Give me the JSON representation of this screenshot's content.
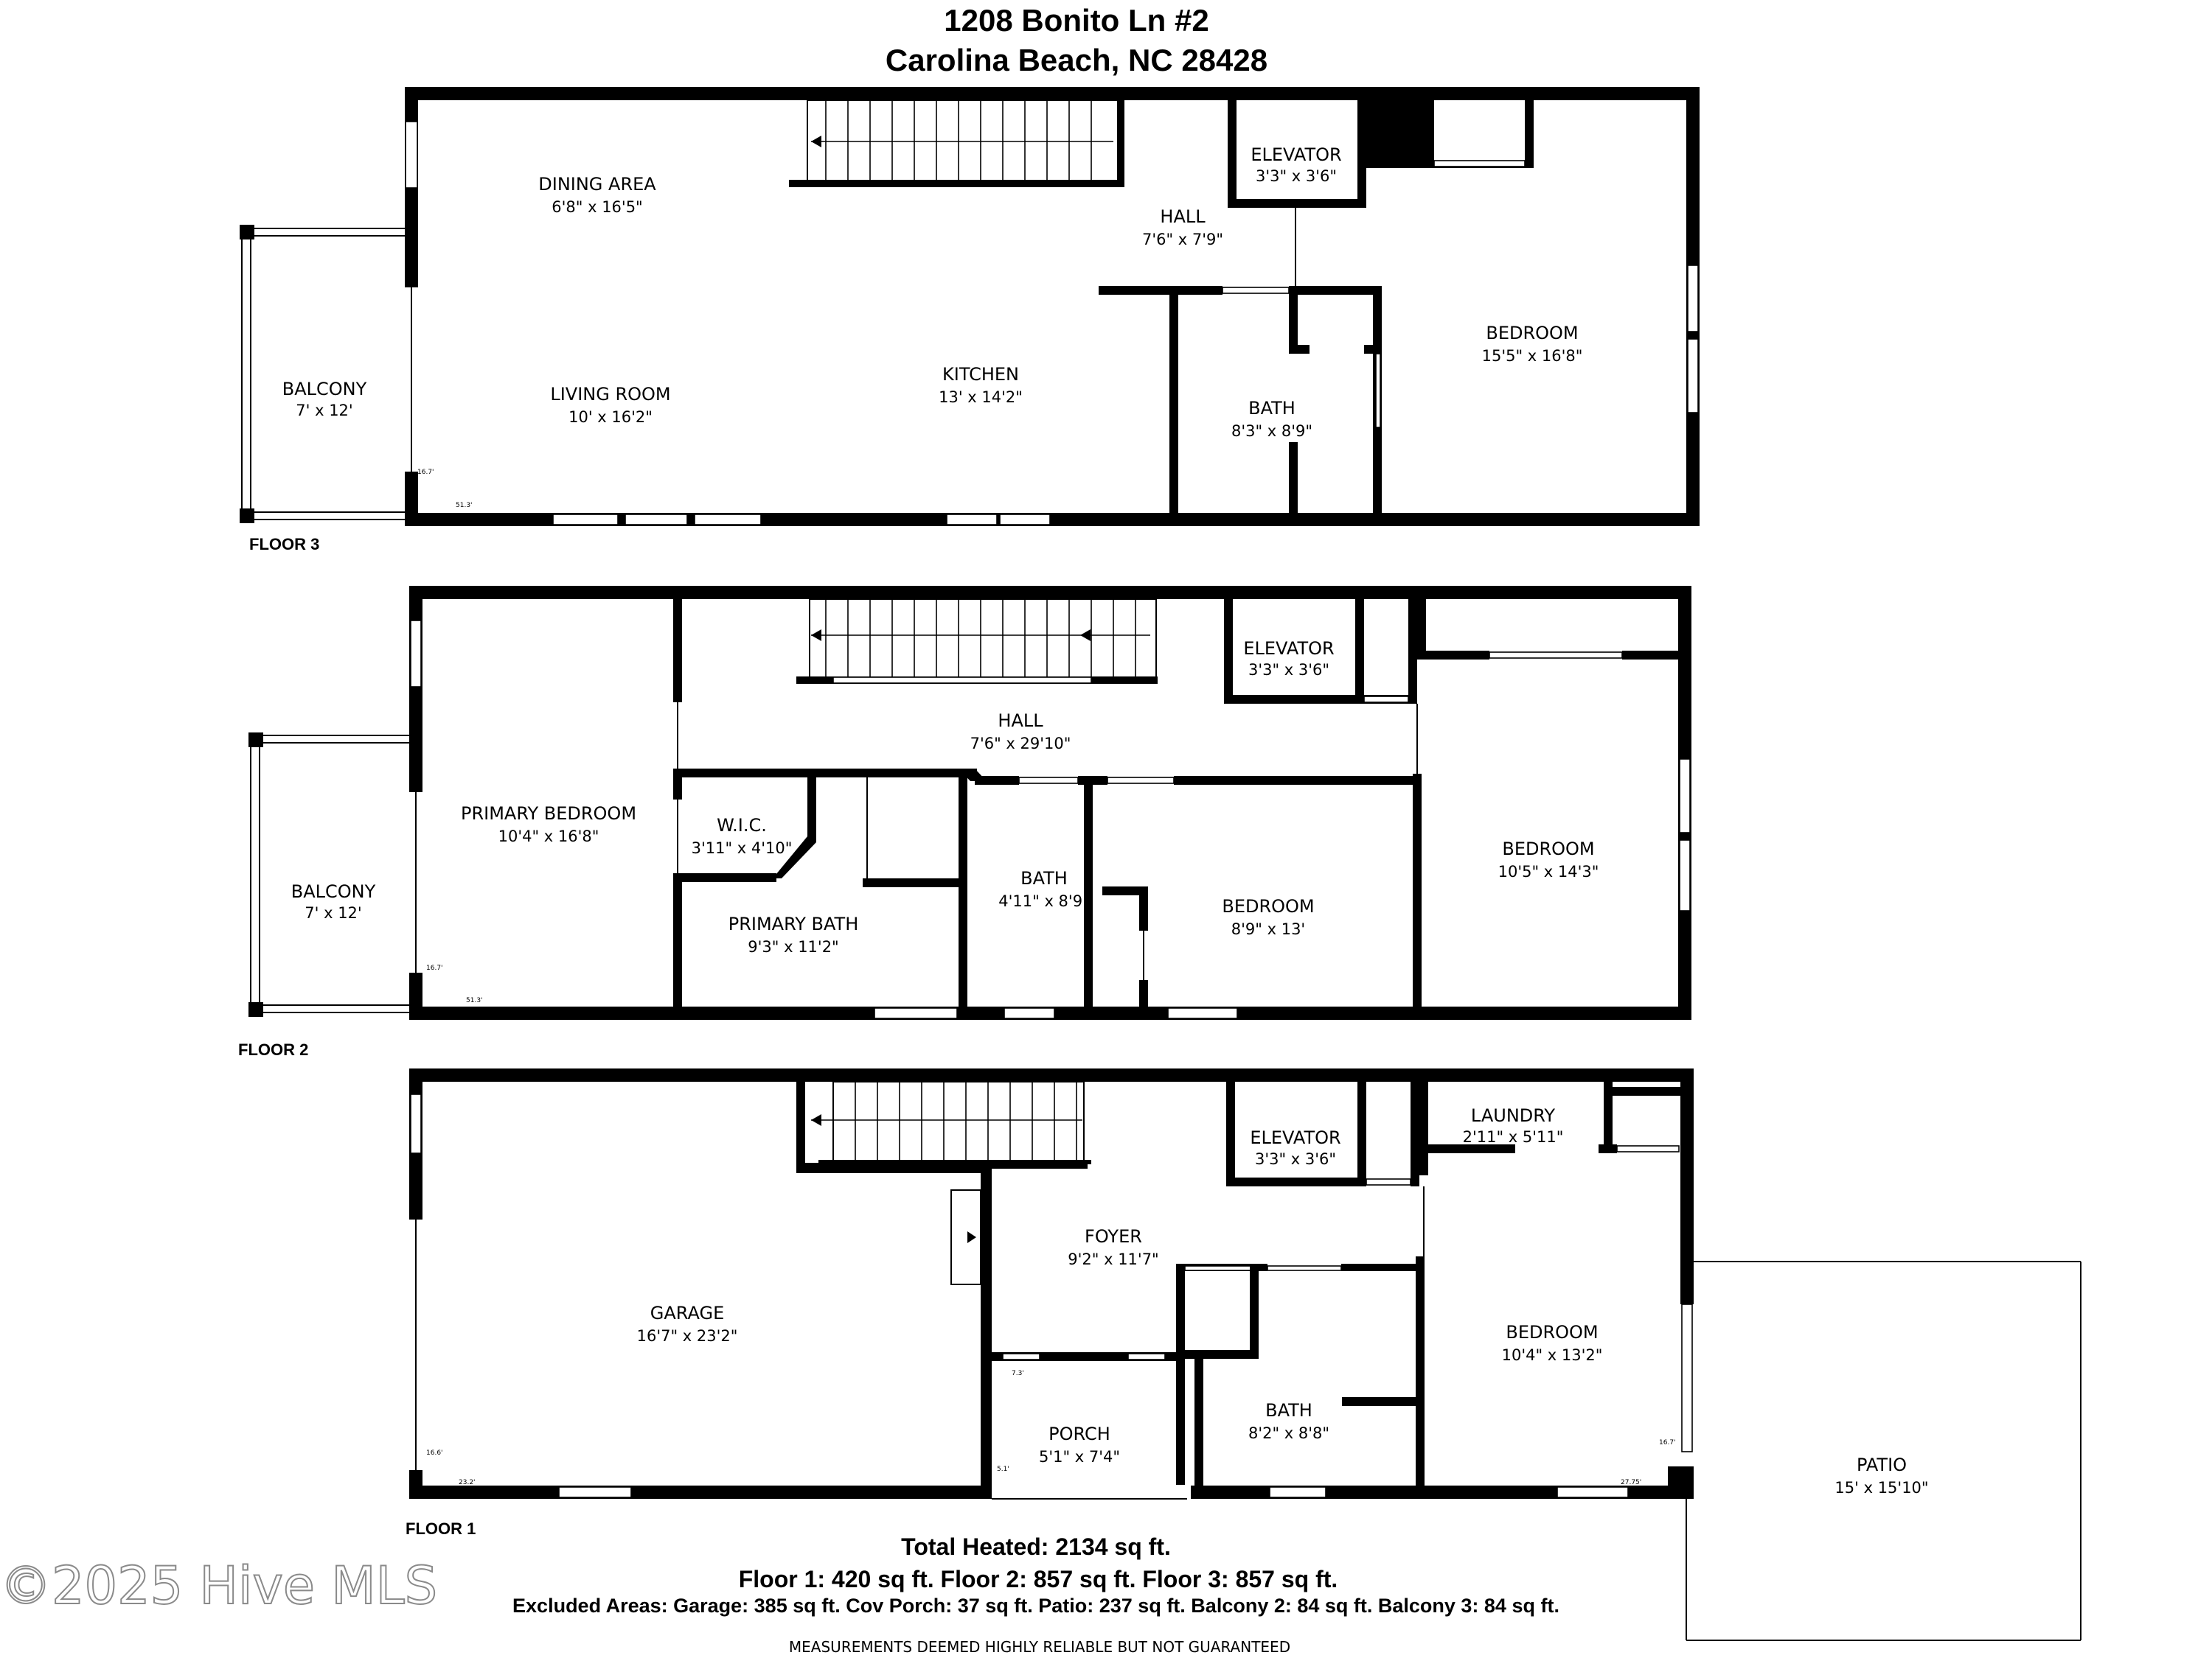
{
  "header": {
    "address_line1": "1208 Bonito Ln #2",
    "address_line2": "Carolina Beach, NC 28428"
  },
  "floors": {
    "floor3": {
      "label": "FLOOR 3",
      "rooms": {
        "dining": {
          "name": "DINING AREA",
          "dims": "6'8\" x 16'5\""
        },
        "living": {
          "name": "LIVING ROOM",
          "dims": "10' x 16'2\""
        },
        "kitchen": {
          "name": "KITCHEN",
          "dims": "13' x 14'2\""
        },
        "hall": {
          "name": "HALL",
          "dims": "7'6\" x 7'9\""
        },
        "elevator": {
          "name": "ELEVATOR",
          "dims": "3'3\" x 3'6\""
        },
        "bath": {
          "name": "BATH",
          "dims": "8'3\" x 8'9\""
        },
        "bedroom": {
          "name": "BEDROOM",
          "dims": "15'5\" x 16'8\""
        },
        "balcony": {
          "name": "BALCONY",
          "dims": "7' x 12'"
        }
      },
      "measure_left": "16.7'",
      "measure_bottom": "51.3'"
    },
    "floor2": {
      "label": "FLOOR 2",
      "rooms": {
        "primary_bedroom": {
          "name": "PRIMARY BEDROOM",
          "dims": "10'4\" x 16'8\""
        },
        "wic": {
          "name": "W.I.C.",
          "dims": "3'11\" x 4'10\""
        },
        "primary_bath": {
          "name": "PRIMARY BATH",
          "dims": "9'3\" x 11'2\""
        },
        "hall": {
          "name": "HALL",
          "dims": "7'6\" x 29'10\""
        },
        "elevator": {
          "name": "ELEVATOR",
          "dims": "3'3\" x 3'6\""
        },
        "bath": {
          "name": "BATH",
          "dims": "4'11\" x 8'9\""
        },
        "bedroom_mid": {
          "name": "BEDROOM",
          "dims": "8'9\" x 13'"
        },
        "bedroom_right": {
          "name": "BEDROOM",
          "dims": "10'5\" x 14'3\""
        },
        "balcony": {
          "name": "BALCONY",
          "dims": "7' x 12'"
        }
      },
      "measure_left": "16.7'",
      "measure_bottom": "51.3'"
    },
    "floor1": {
      "label": "FLOOR 1",
      "rooms": {
        "garage": {
          "name": "GARAGE",
          "dims": "16'7\" x 23'2\""
        },
        "foyer": {
          "name": "FOYER",
          "dims": "9'2\" x 11'7\""
        },
        "elevator": {
          "name": "ELEVATOR",
          "dims": "3'3\" x 3'6\""
        },
        "laundry": {
          "name": "LAUNDRY",
          "dims": "2'11\" x 5'11\""
        },
        "bedroom": {
          "name": "BEDROOM",
          "dims": "10'4\" x 13'2\""
        },
        "bath": {
          "name": "BATH",
          "dims": "8'2\" x 8'8\""
        },
        "porch": {
          "name": "PORCH",
          "dims": "5'1\" x 7'4\""
        },
        "patio": {
          "name": "PATIO",
          "dims": "15' x 15'10\""
        }
      },
      "measure_garage_left": "16.6'",
      "measure_garage_bottom": "23.2'",
      "measure_porch_top": "7.3'",
      "measure_porch_left": "5.1'",
      "measure_bedroom_right": "16.7'",
      "measure_bedroom_bottom": "27.75'"
    }
  },
  "footer": {
    "total_heated": "Total Heated:  2134 sq ft.",
    "floor_areas": "Floor 1: 420 sq ft. Floor 2: 857 sq ft. Floor 3: 857 sq ft.",
    "excluded_areas": "Excluded Areas: Garage: 385 sq ft. Cov Porch: 37 sq ft. Patio: 237 sq ft. Balcony 2: 84 sq ft. Balcony 3: 84 sq ft.",
    "disclaimer": "MEASUREMENTS DEEMED HIGHLY RELIABLE BUT NOT GUARANTEED"
  },
  "watermark": "©2025 Hive MLS"
}
